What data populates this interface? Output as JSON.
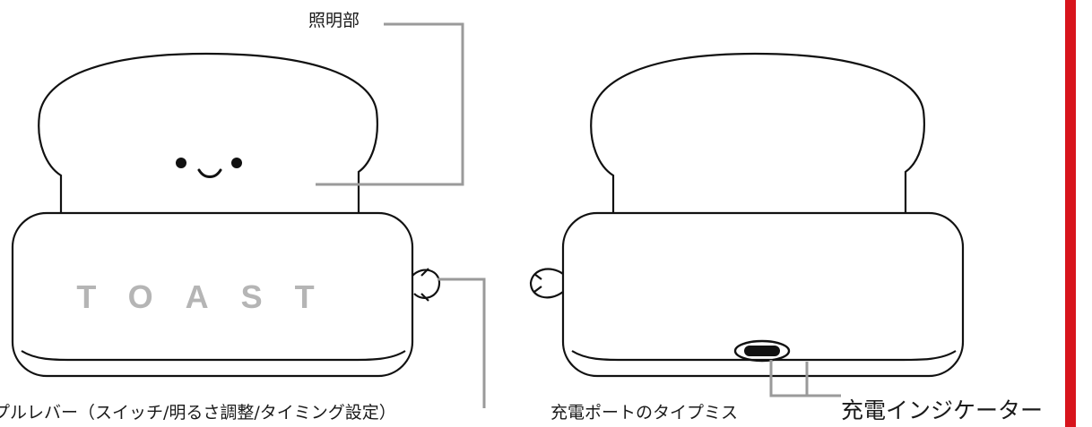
{
  "diagram": {
    "front_view": {
      "body_text": "TOAST"
    },
    "callouts": {
      "lighting": "照明部",
      "pull_lever": "プルレバー（スイッチ/明るさ調整/タイミング設定）",
      "charging_port": "充電ポートのタイプミス",
      "charge_indicator": "充電インジケーター"
    }
  },
  "colors": {
    "outline": "#111111",
    "leader_line": "#9a9a9a",
    "embossed_text": "#b5b5b5",
    "accent_bar": "#d8141c",
    "background": "#ffffff"
  }
}
